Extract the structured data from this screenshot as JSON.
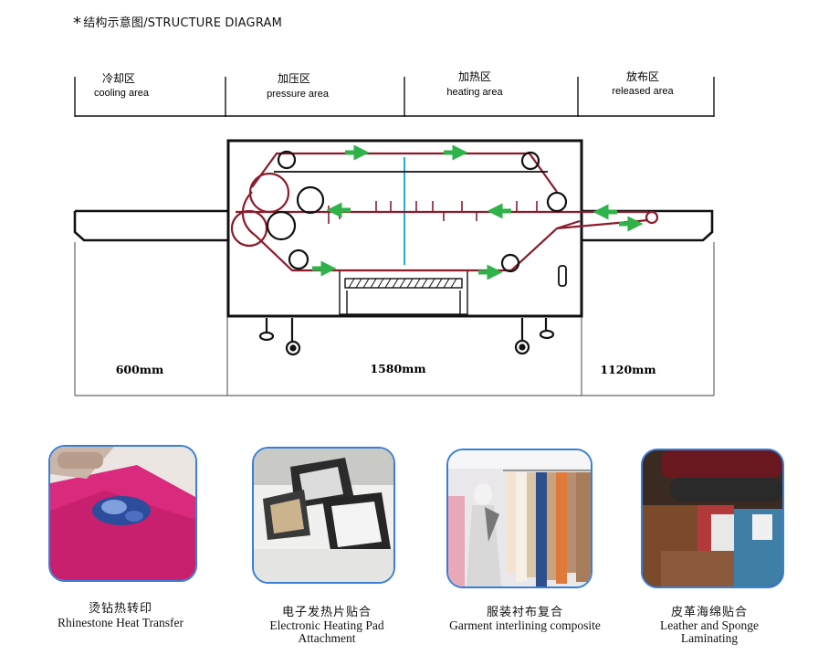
{
  "title": {
    "star": "*",
    "text": "结构示意图/STRUCTURE DIAGRAM"
  },
  "zones": [
    {
      "cn": "冷却区",
      "en": "cooling area"
    },
    {
      "cn": "加压区",
      "en": "pressure area"
    },
    {
      "cn": "加热区",
      "en": "heating area"
    },
    {
      "cn": "放布区",
      "en": "released area"
    }
  ],
  "dimensions": [
    "600mm",
    "1580mm",
    "1120mm"
  ],
  "colors": {
    "belt": "#8b1a2b",
    "arrow": "#2fb24a",
    "divider": "#29a8d8",
    "frame": "#111111",
    "photo_border": "#3a7fd5"
  },
  "applications": [
    {
      "cn": "烫钻热转印",
      "en": [
        "Rhinestone Heat Transfer"
      ],
      "photo": "pink-tshirt-rhinestone-photo"
    },
    {
      "cn": "电子发热片贴合",
      "en": [
        "Electronic Heating Pad",
        "Attachment"
      ],
      "photo": "heating-pad-photo"
    },
    {
      "cn": "服装衬布复合",
      "en": [
        "Garment interlining composite"
      ],
      "photo": "garment-rack-photo"
    },
    {
      "cn": "皮革海绵贴合",
      "en": [
        "Leather and Sponge",
        "Laminating"
      ],
      "photo": "leather-sponge-photo"
    }
  ]
}
